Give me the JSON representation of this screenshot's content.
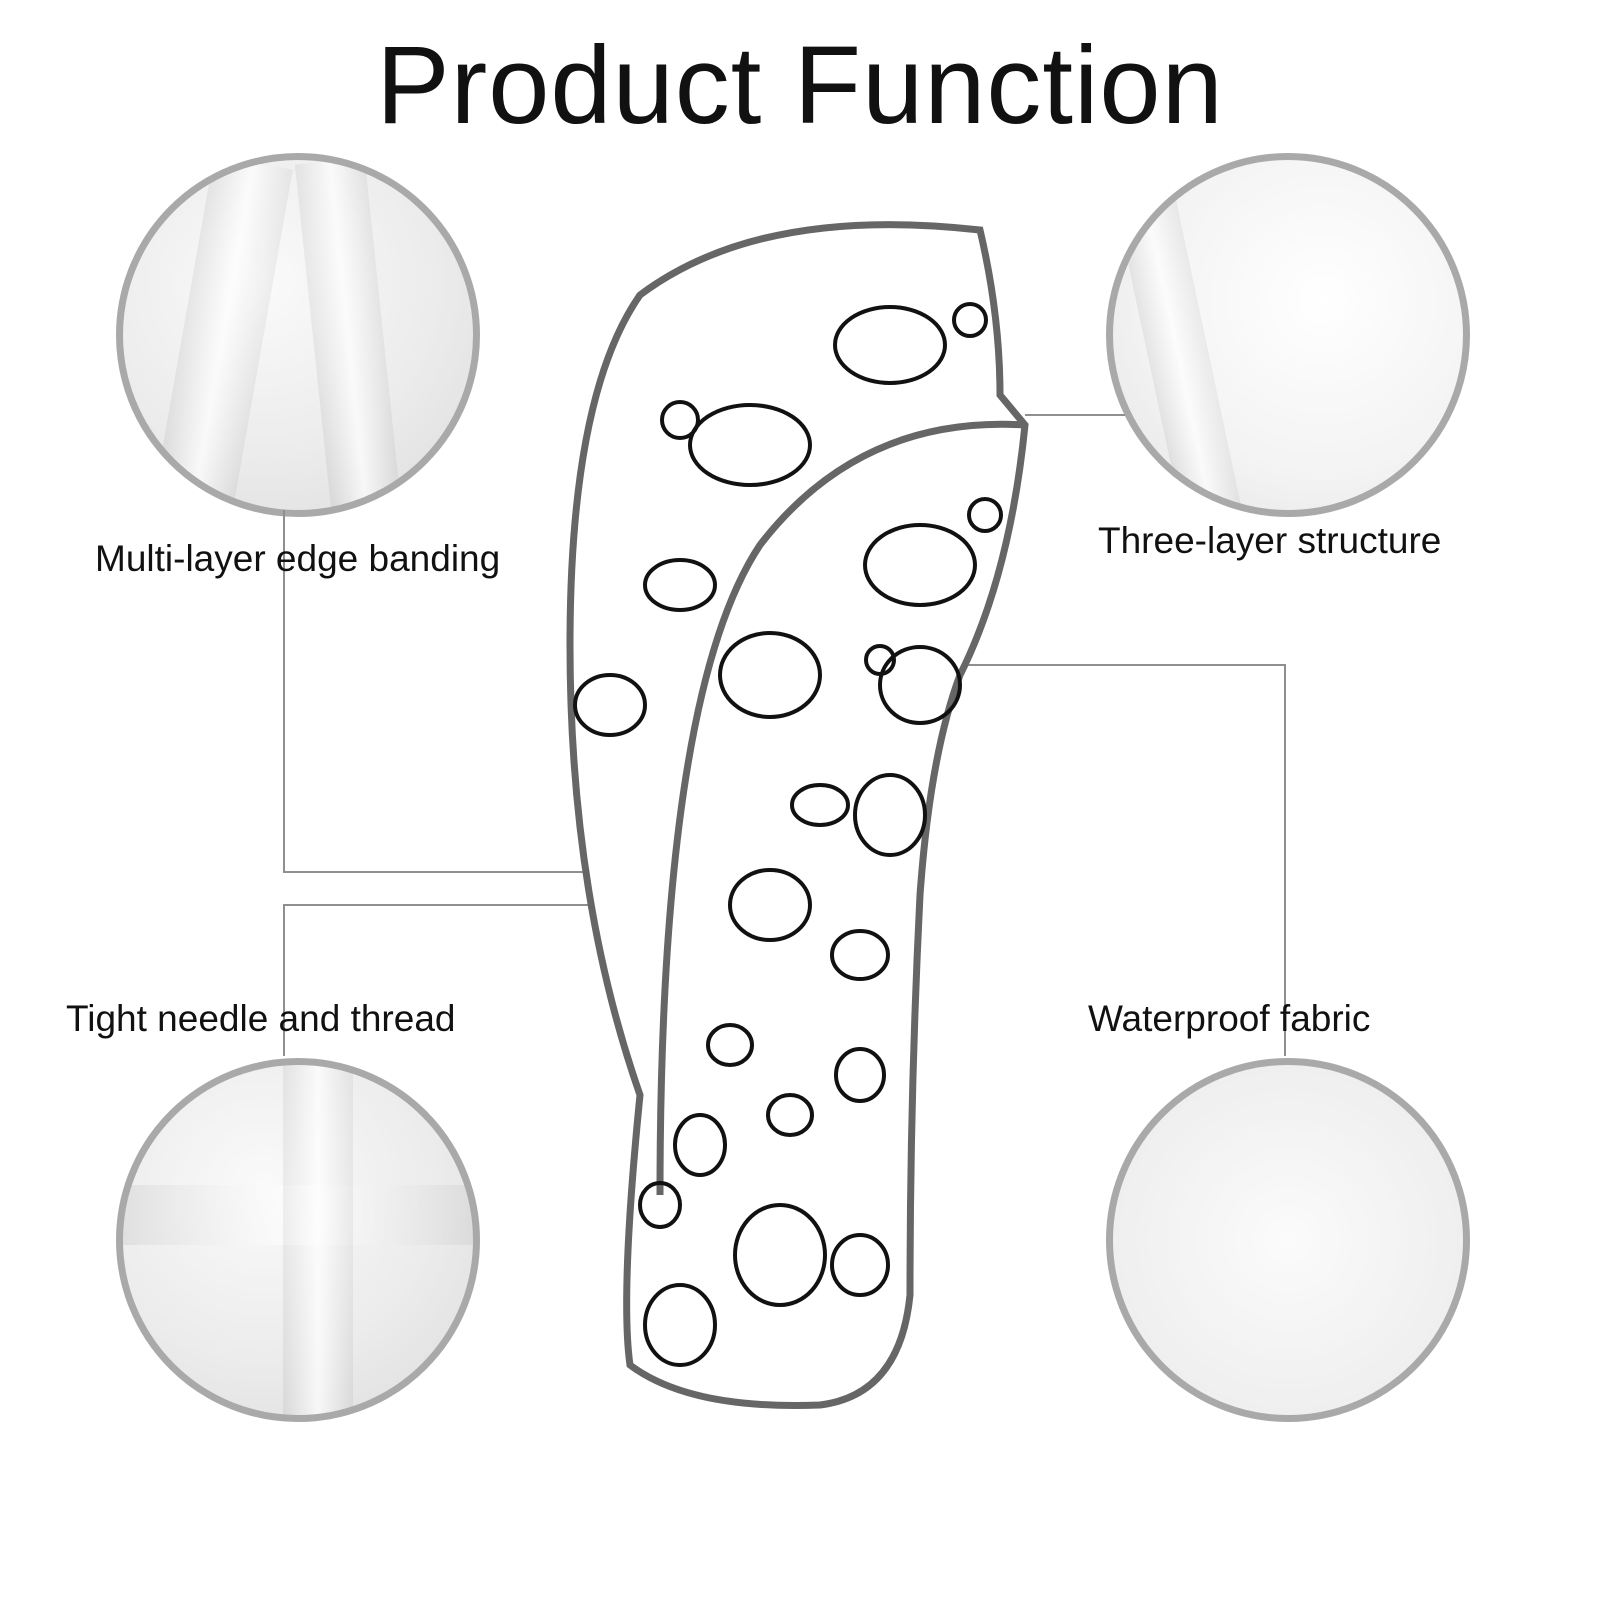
{
  "title": "Product Function",
  "features": [
    {
      "label": "Multi-layer edge banding"
    },
    {
      "label": "Three-layer structure"
    },
    {
      "label": "Tight needle and thread"
    },
    {
      "label": "Waterproof fabric"
    }
  ],
  "colors": {
    "border": "#a9a9a9",
    "piping": "#666666",
    "line": "#8f8f8f"
  }
}
